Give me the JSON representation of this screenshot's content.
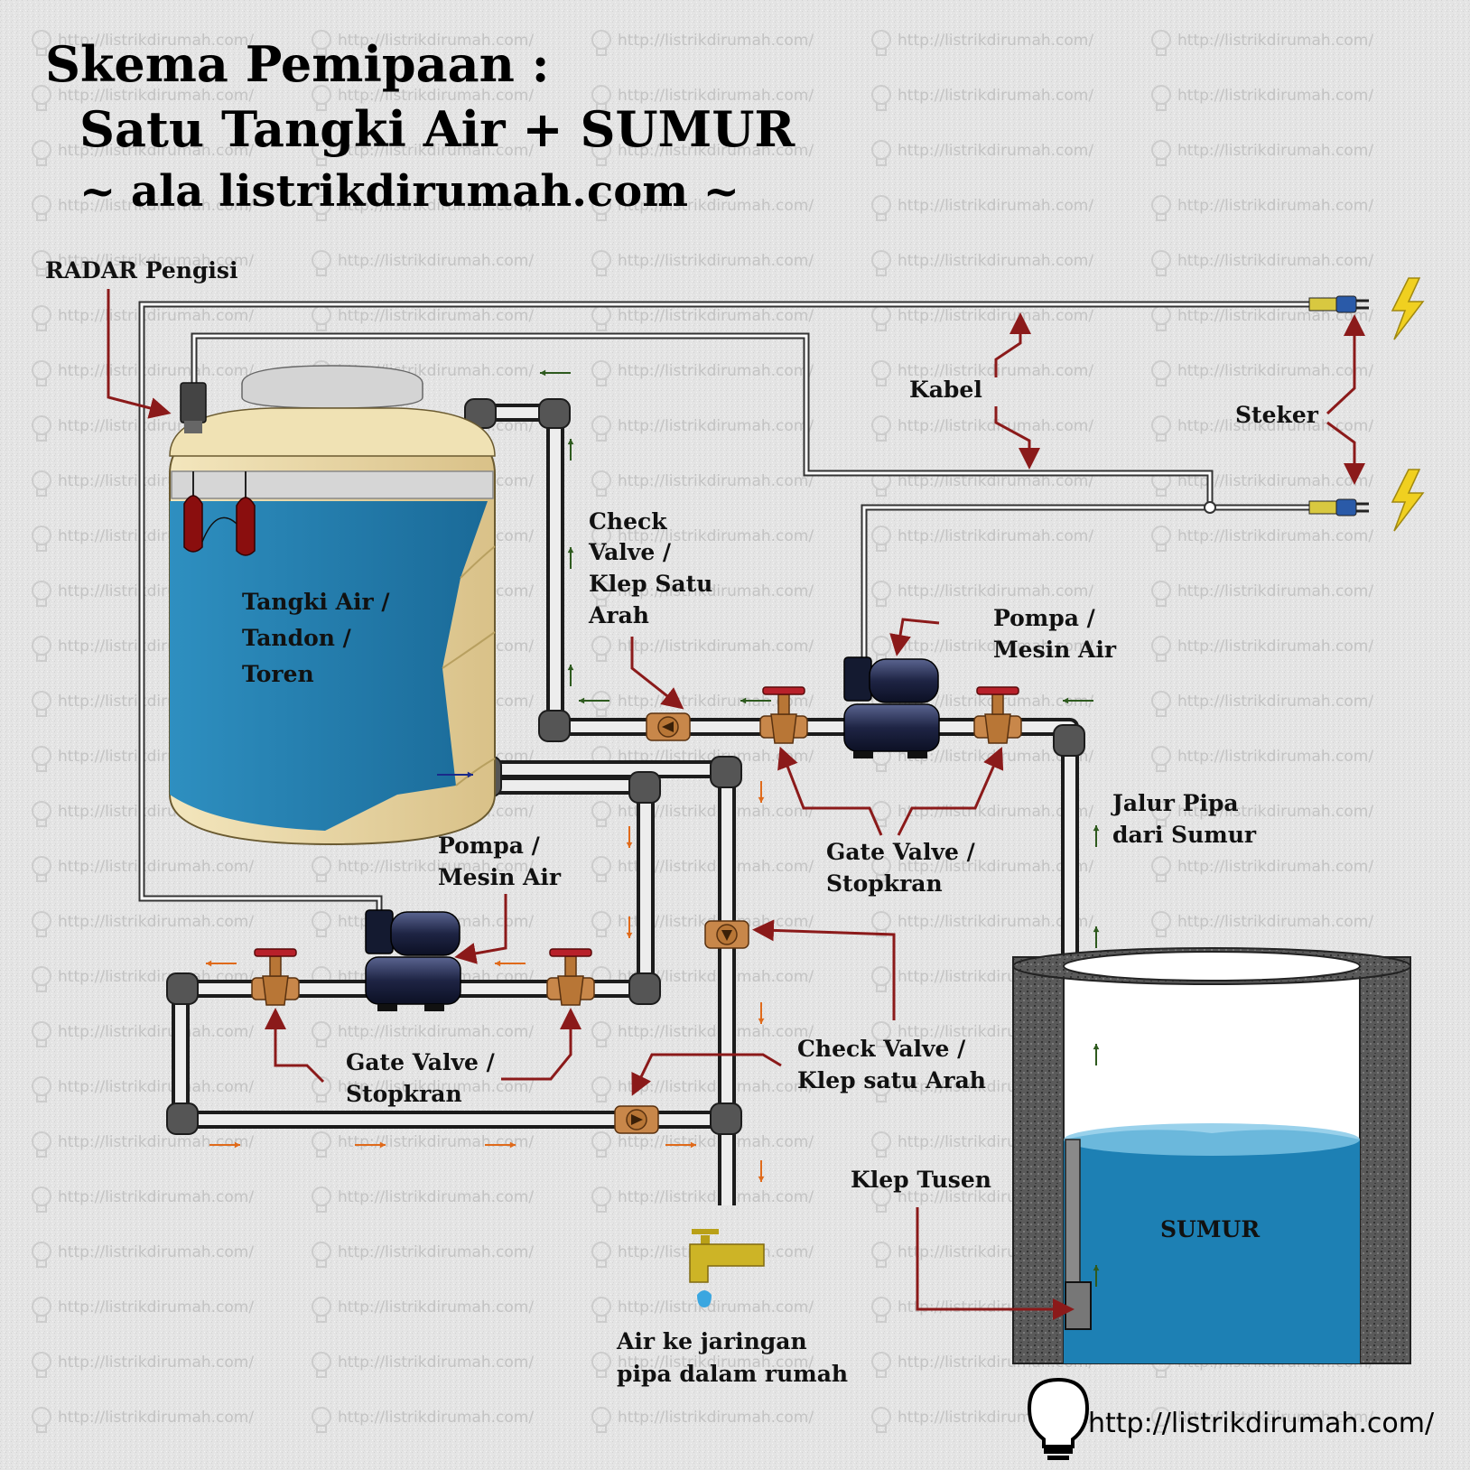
{
  "title": {
    "line1": "Skema Pemipaan :",
    "line2": "Satu Tangki Air + SUMUR",
    "line3": "~ ala listrikdirumah.com ~"
  },
  "watermark": "http://listrikdirumah.com/",
  "labels": {
    "radar": "RADAR  Pengisi",
    "tank": [
      "Tangki Air /",
      "Tandon /",
      "Toren"
    ],
    "check_valve_top": [
      "Check",
      "Valve /",
      "Klep Satu",
      "Arah"
    ],
    "pump_top": [
      "Pompa /",
      "Mesin Air"
    ],
    "kabel": "Kabel",
    "steker": "Steker",
    "gate_valve_right": [
      "Gate Valve /",
      "Stopkran"
    ],
    "jalur_pipa": [
      "Jalur Pipa",
      "dari Sumur"
    ],
    "pump_bottom": [
      "Pompa /",
      "Mesin Air"
    ],
    "gate_valve_left": [
      "Gate Valve /",
      "Stopkran"
    ],
    "check_valve_bottom": [
      "Check Valve /",
      "Klep satu Arah"
    ],
    "klep_tusen": "Klep Tusen",
    "sumur": "SUMUR",
    "air_ke": [
      "Air ke jaringan",
      "pipa dalam rumah"
    ],
    "footer_url": "http://listrikdirumah.com/"
  },
  "colors": {
    "water": "#1f7fb0",
    "tank_body": "#ecd9a4",
    "pipe": "#ececec",
    "pipe_outline": "#222222",
    "pump": "#1e2444",
    "valve": "#c8874a",
    "valve_handle": "#b8202a",
    "callout_arrow": "#8b1a1a",
    "flow_green": "#2e5a1e",
    "flow_orange": "#e06a1a",
    "well_wall": "#555555",
    "bolt": "#f0d020"
  },
  "icons": [
    "lightbulb-icon",
    "lightning-icon",
    "faucet-icon",
    "plug-icon"
  ]
}
